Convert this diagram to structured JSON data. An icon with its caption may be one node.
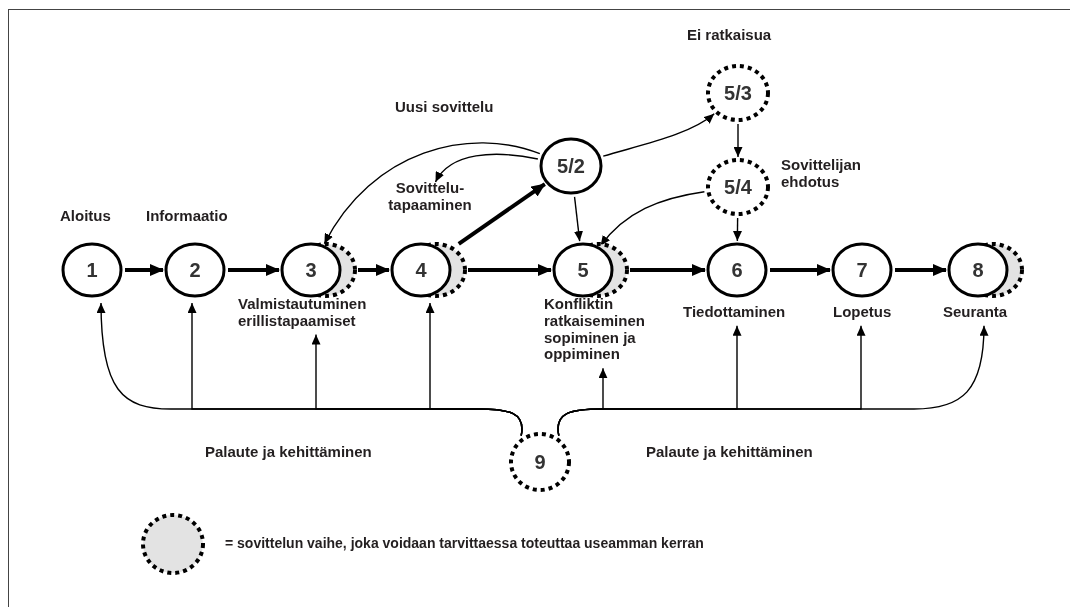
{
  "diagram": {
    "nodes": [
      {
        "text": [
          "Aloitus",
          "1"
        ]
      },
      {
        "text": [
          "Informaatio",
          "2"
        ]
      },
      {
        "text": [
          "3",
          "Valmistautuminen erillistapaamiset"
        ]
      },
      {
        "text": [
          "Sovittelu- tapaaminen"
        ]
      },
      {
        "text": [
          "4"
        ]
      },
      {
        "text": [
          "5/2"
        ]
      },
      {
        "text": [
          "Ei ratkaisua",
          "5/3"
        ]
      },
      {
        "text": [
          "5/4"
        ],
        "beside": [
          "Sovittelijan ehdotus"
        ]
      },
      {
        "text": [
          "5",
          "Konfliktin ratkaiseminen sopiminen ja oppiminen"
        ]
      },
      {
        "text": [
          "6",
          "Tiedottaminen"
        ]
      },
      {
        "text": [
          "7",
          "Lopetus"
        ]
      },
      {
        "text": [
          "8",
          "Seuranta"
        ]
      },
      {
        "text": [
          "9"
        ]
      }
    ],
    "edges": [
      {
        "from": 0,
        "to": 1,
        "arrow": "to",
        "style": "thick"
      },
      {
        "from": 1,
        "to": 2,
        "arrow": "to",
        "style": "thick"
      },
      {
        "from": 2,
        "to": 4,
        "arrow": "to",
        "style": "thick"
      },
      {
        "from": 4,
        "to": 8,
        "arrow": "to",
        "style": "thick"
      },
      {
        "from": 8,
        "to": 9,
        "arrow": "to",
        "style": "thick"
      },
      {
        "from": 9,
        "to": 10,
        "arrow": "to",
        "style": "thick"
      },
      {
        "from": 10,
        "to": 11,
        "arrow": "to",
        "style": "thick"
      },
      {
        "from": 4,
        "to": 5,
        "arrow": "to",
        "style": "thick"
      },
      {
        "from": 5,
        "to": 2,
        "arrow": "to"
      },
      {
        "from": 5,
        "to": 3,
        "arrow": "to"
      },
      {
        "from": 5,
        "to": 6,
        "arrow": "to"
      },
      {
        "from": 5,
        "to": 8,
        "arrow": "to"
      },
      {
        "from": 6,
        "to": 7,
        "arrow": "to"
      },
      {
        "from": 7,
        "to": 8,
        "arrow": "to"
      },
      {
        "from": 7,
        "to": 9,
        "arrow": "to"
      },
      {
        "from": 12,
        "to": 0,
        "arrow": "to"
      },
      {
        "from": 12,
        "to": 1,
        "arrow": "to"
      },
      {
        "from": 12,
        "to": 2,
        "arrow": "to"
      },
      {
        "from": 12,
        "to": 4,
        "arrow": "to"
      },
      {
        "from": 12,
        "to": 8,
        "arrow": "to"
      },
      {
        "from": 12,
        "to": 9,
        "arrow": "to"
      },
      {
        "from": 12,
        "to": 10,
        "arrow": "to"
      },
      {
        "from": 12,
        "to": 11,
        "arrow": "to"
      }
    ],
    "labels": [
      "Uusi sovittelu",
      "Palaute ja kehittäminen",
      "Palaute ja kehittäminen"
    ],
    "legend": [
      {
        "text": "= sovittelun vaihe, joka voidaan tarvittaessa toteuttaa useamman kerran"
      }
    ]
  }
}
